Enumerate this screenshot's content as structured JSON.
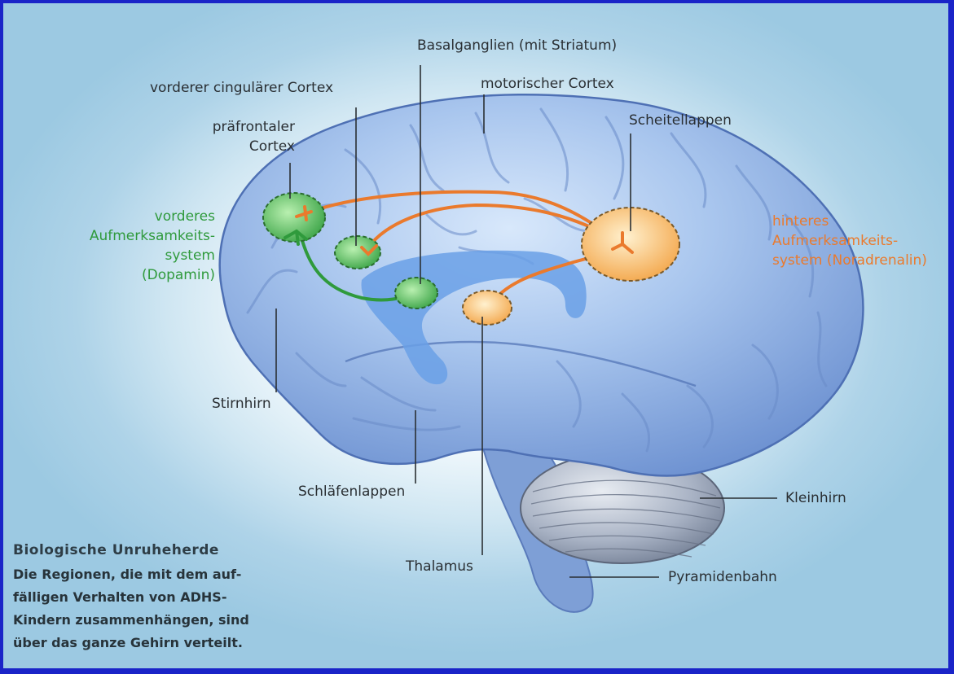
{
  "labels": {
    "basalganglien": "Basalganglien (mit Striatum)",
    "vorderer_cingulaerer": "vorderer cingulärer Cortex",
    "motorischer": "motorischer Cortex",
    "praefrontaler_l1": "präfrontaler",
    "praefrontaler_l2": "Cortex",
    "scheitellappen": "Scheitellappen",
    "stirnhirn": "Stirnhirn",
    "schlaefenlappen": "Schläfenlappen",
    "kleinhirn": "Kleinhirn",
    "thalamus": "Thalamus",
    "pyramidenbahn": "Pyramidenbahn"
  },
  "systems": {
    "anterior": [
      "vorderes",
      "Aufmerksamkeits-",
      "system",
      "(Dopamin)"
    ],
    "posterior": [
      "hinteres",
      "Aufmerksamkeits-",
      "system (Noradrenalin)"
    ]
  },
  "caption": {
    "title": "Biologische Unruheherde",
    "lines": [
      "Die Regionen, die mit dem auf-",
      "fälligen Verhalten von ADHS-",
      "Kindern zusammenhängen, sind",
      "über das ganze Gehirn verteilt."
    ]
  },
  "colors": {
    "green": "#2f9a3c",
    "orange": "#ea7a2d",
    "brain": "#8fb4e4",
    "border": "#1a24c8"
  }
}
